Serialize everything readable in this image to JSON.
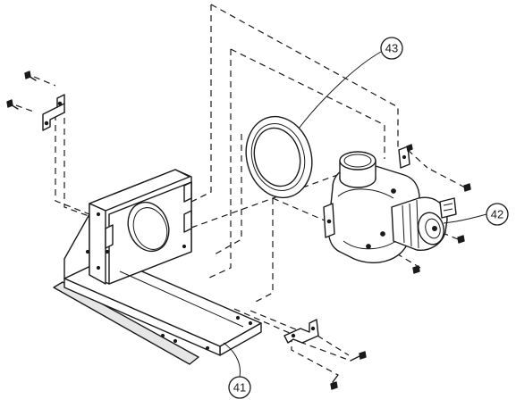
{
  "callouts": {
    "c41": "41",
    "c42": "42",
    "c43": "43"
  },
  "colors": {
    "line": "#1a1a1a",
    "background": "#ffffff"
  }
}
